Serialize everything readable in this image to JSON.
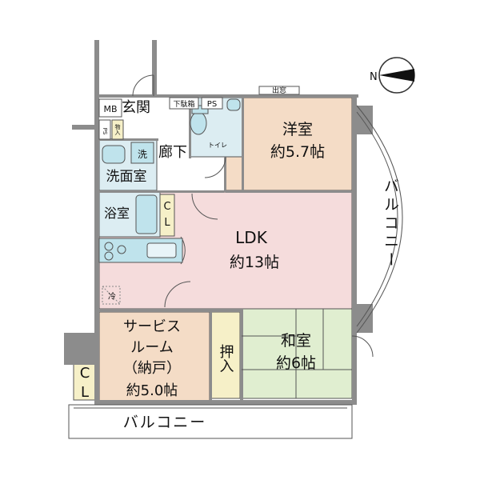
{
  "compass": {
    "label": "N"
  },
  "rooms": {
    "western": {
      "name": "洋室",
      "size": "約5.7帖",
      "color": "#f4dcc6"
    },
    "ldk": {
      "name": "LDK",
      "size": "約13帖",
      "color": "#f5dcdc"
    },
    "japanese": {
      "name": "和室",
      "size": "約6帖",
      "color": "#e0eed0"
    },
    "service": {
      "name_line1": "サービス",
      "name_line2": "ルーム",
      "name_line3": "（納戸）",
      "size": "約5.0帖",
      "color": "#f4dcc6"
    },
    "washroom": {
      "name": "洗面室",
      "color": "#dcedf2"
    },
    "bath": {
      "name": "浴室",
      "color": "#dcedf2"
    },
    "toilet": {
      "name": "トイレ",
      "color": "#dcedf2"
    },
    "entrance": {
      "name": "玄関"
    },
    "hallway": {
      "name": "廊下"
    },
    "closet_ldk": {
      "line1": "C",
      "line2": "L",
      "color": "#f6f0c8"
    },
    "closet_service": {
      "line1": "C",
      "line2": "L",
      "color": "#f6f0c8"
    },
    "oshiire": {
      "name": "押入",
      "color": "#f6f0c8"
    }
  },
  "labels": {
    "balcony_right": "バルコニー",
    "balcony_bottom": "バルコニー",
    "mb": "MB",
    "ps_small": "PS",
    "ps_top": "PS",
    "storage_entry": "物入",
    "shoe_box": "下駄箱",
    "bay_window": "出窓",
    "wash_machine": "洗",
    "ref": "冷"
  }
}
